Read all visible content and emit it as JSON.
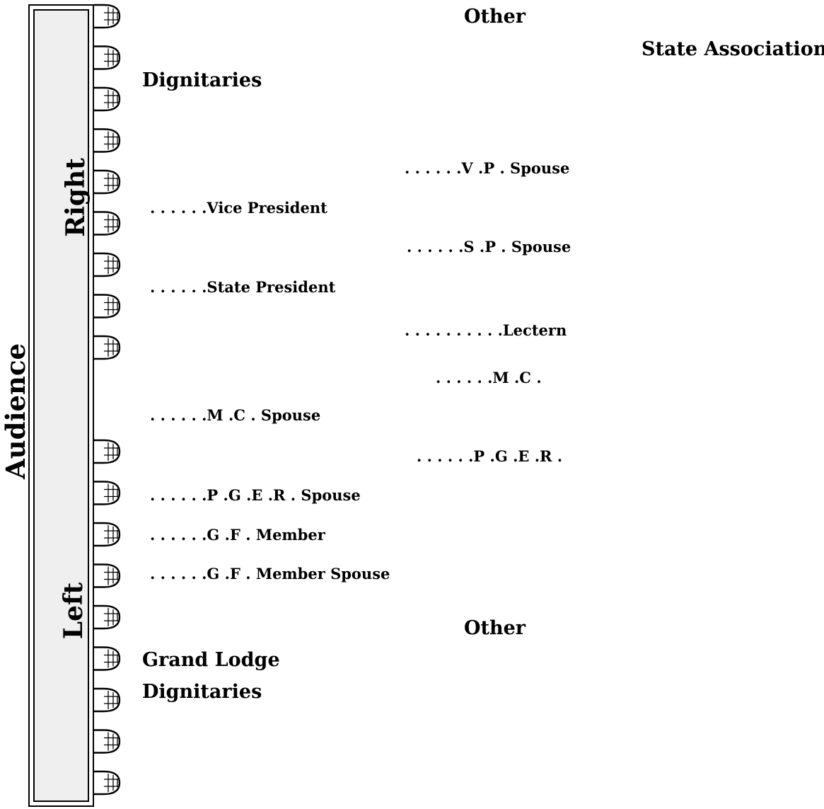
{
  "side_labels": {
    "audience": "Audience",
    "right": "Right",
    "left": "Left"
  },
  "group_labels": {
    "other_top": "Other",
    "state_association": "State Association",
    "dignitaries_top": "Dignitaries",
    "other_bottom": "Other",
    "grand_lodge": "Grand Lodge",
    "dignitaries_bottom": "Dignitaries"
  },
  "seats": {
    "vp_spouse": ". . . . . .V .P . Spouse",
    "vice_president": ". . . . . .Vice President",
    "sp_spouse": ". . . . . .S .P . Spouse",
    "state_president": ". . . . . .State President",
    "lectern": ". . . . . . . . . .Lectern",
    "mc": ". . . . . .M .C .",
    "mc_spouse": ". . . . . .M .C . Spouse",
    "pger": ". . . . . .P .G .E .R .",
    "pger_spouse": ". . . . . .P .G .E .R . Spouse",
    "gf_member": ". . . . . .G .F . Member",
    "gf_member_spouse": ". . . . . .G .F . Member Spouse"
  },
  "chairs": {
    "right_count": 9,
    "left_count": 9,
    "icon": "chair-icon"
  }
}
